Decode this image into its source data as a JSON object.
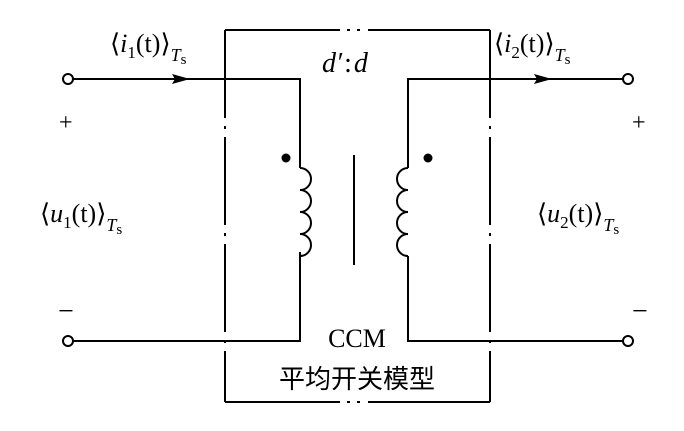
{
  "left_port": {
    "current": {
      "open": "⟨",
      "var": "i",
      "sub": "1",
      "arg": "(t)",
      "close": "⟩",
      "T": "T",
      "Tsub": "s"
    },
    "voltage": {
      "open": "⟨",
      "var": "u",
      "sub": "1",
      "arg": "(t)",
      "close": "⟩",
      "T": "T",
      "Tsub": "s"
    },
    "plus": "+",
    "minus": "−"
  },
  "right_port": {
    "current": {
      "open": "⟨",
      "var": "i",
      "sub": "2",
      "arg": "(t)",
      "close": "⟩",
      "T": "T",
      "Tsub": "s"
    },
    "voltage": {
      "open": "⟨",
      "var": "u",
      "sub": "2",
      "arg": "(t)",
      "close": "⟩",
      "T": "T",
      "Tsub": "s"
    },
    "plus": "+",
    "minus": "−"
  },
  "transformer": {
    "ratio_a": "d′",
    "colon": ":",
    "ratio_b": "d"
  },
  "box": {
    "label_line1": "CCM",
    "label_line2": "平均开关模型"
  }
}
